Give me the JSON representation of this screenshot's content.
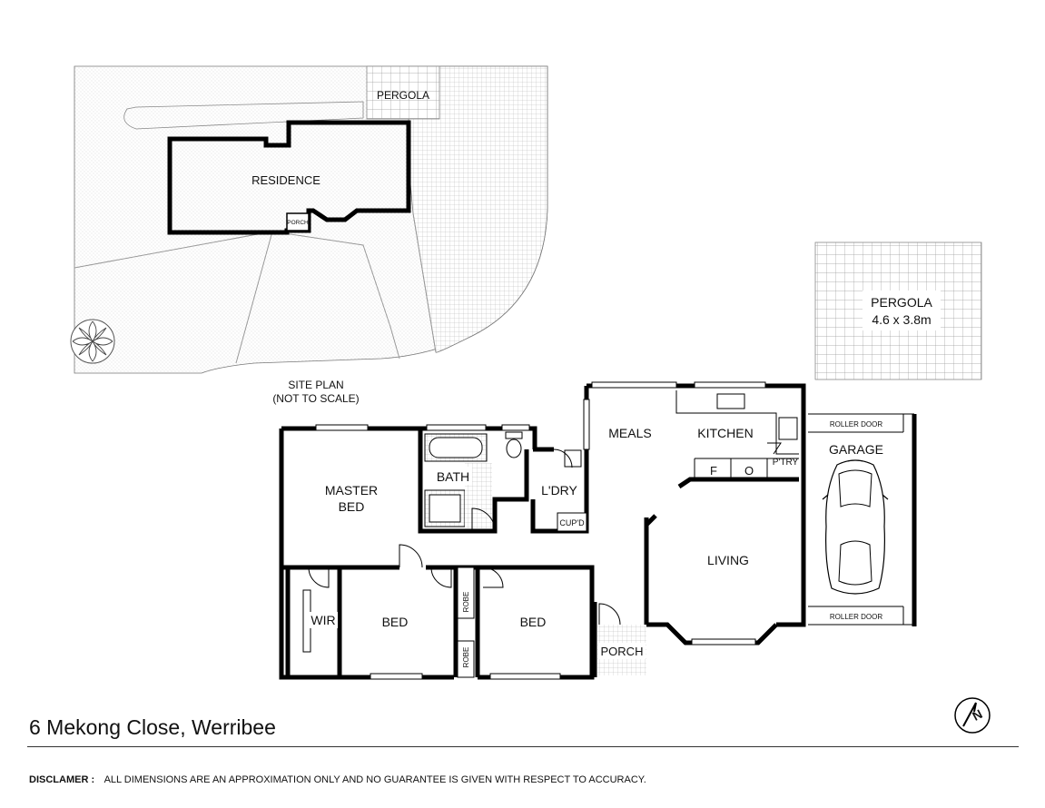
{
  "site_plan": {
    "caption_line1": "SITE PLAN",
    "caption_line2": "(NOT TO SCALE)",
    "residence": "RESIDENCE",
    "pergola": "PERGOLA",
    "porch": "PORCH"
  },
  "pergola_detail": {
    "label": "PERGOLA",
    "size": "4.6 x 3.8m"
  },
  "rooms": {
    "master_bed_1": "MASTER",
    "master_bed_2": "BED",
    "bath": "BATH",
    "laundry": "L'DRY",
    "cupboard": "CUP'D",
    "meals": "MEALS",
    "kitchen": "KITCHEN",
    "fridge": "F",
    "oven": "O",
    "pantry": "P'TRY",
    "garage": "GARAGE",
    "roller_door_top": "ROLLER DOOR",
    "roller_door_bottom": "ROLLER DOOR",
    "living": "LIVING",
    "wir": "WIR",
    "bed_1": "BED",
    "bed_2": "BED",
    "robe_1": "ROBE",
    "robe_2": "ROBE",
    "porch": "PORCH"
  },
  "address": "6 Mekong Close, Werribee",
  "disclaimer": {
    "label": "DISCLAMER :",
    "text": "ALL DIMENSIONS ARE AN APPROXIMATION ONLY AND NO GUARANTEE IS GIVEN WITH RESPECT TO ACCURACY."
  },
  "compass_letter": "N"
}
